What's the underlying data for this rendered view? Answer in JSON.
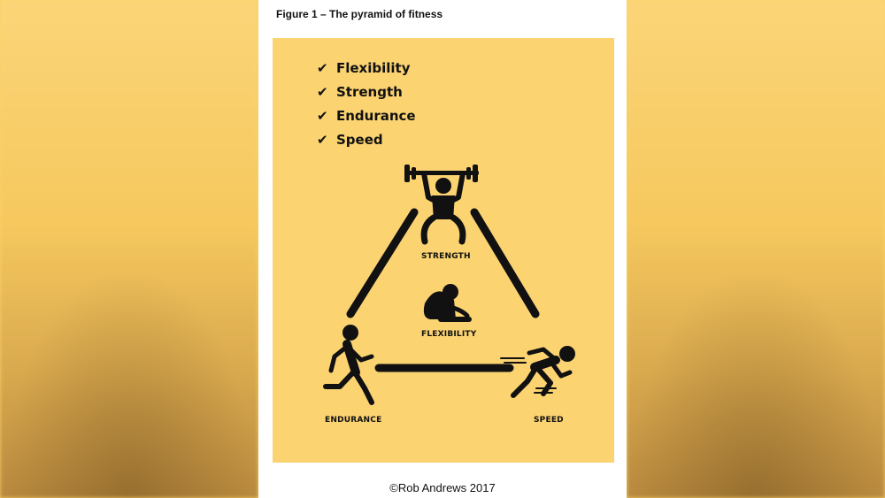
{
  "figure_title": "Figure 1 – The pyramid of fitness",
  "checklist": [
    {
      "label": "Flexibility",
      "icon": "check-icon"
    },
    {
      "label": "Strength",
      "icon": "check-icon"
    },
    {
      "label": "Endurance",
      "icon": "check-icon"
    },
    {
      "label": "Speed",
      "icon": "check-icon"
    }
  ],
  "nodes": {
    "strength": {
      "label": "STRENGTH",
      "icon": "weightlifter-icon"
    },
    "flexibility": {
      "label": "FLEXIBILITY",
      "icon": "stretching-person-icon"
    },
    "endurance": {
      "label": "ENDURANCE",
      "icon": "runner-icon"
    },
    "speed": {
      "label": "SPEED",
      "icon": "sprinter-icon"
    }
  },
  "copyright": "©Rob Andrews 2017",
  "colors": {
    "panel": "#fbd371",
    "background": "#fbd068",
    "ink": "#111111",
    "page": "#ffffff"
  }
}
